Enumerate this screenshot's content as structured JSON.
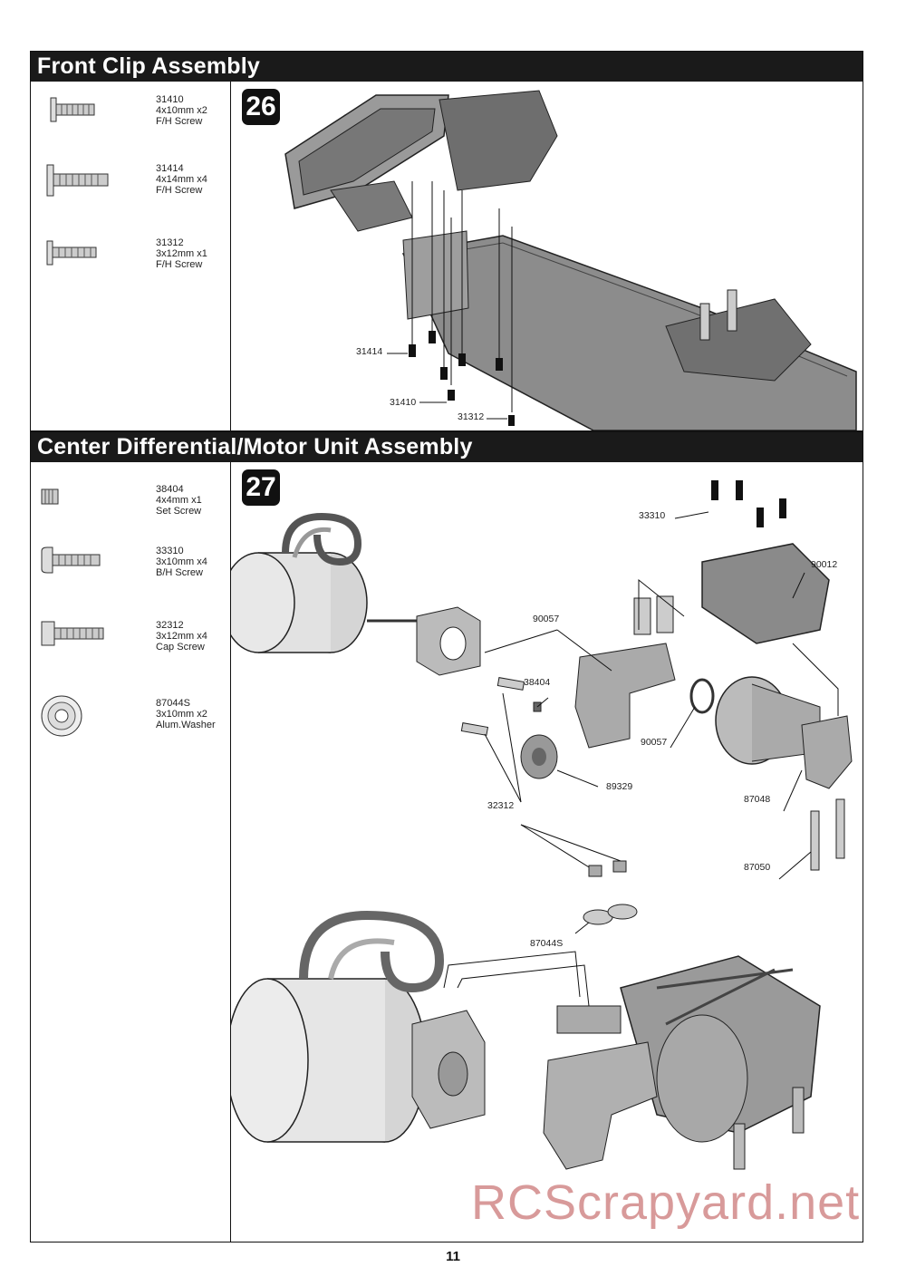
{
  "sections": [
    {
      "title": "Front Clip Assembly",
      "step": "26",
      "parts": [
        {
          "code": "31410",
          "size": "4x10mm x2",
          "name": "F/H Screw",
          "icon": "flat-head-screw-icon"
        },
        {
          "code": "31414",
          "size": "4x14mm x4",
          "name": "F/H Screw",
          "icon": "flat-head-screw-icon"
        },
        {
          "code": "31312",
          "size": "3x12mm x1",
          "name": "F/H Screw",
          "icon": "flat-head-screw-icon"
        }
      ],
      "labels": {
        "l31414": "31414",
        "l31410": "31410",
        "l31312": "31312"
      }
    },
    {
      "title": "Center Differential/Motor Unit Assembly",
      "step": "27",
      "parts": [
        {
          "code": "38404",
          "size": "4x4mm x1",
          "name": "Set Screw",
          "icon": "set-screw-icon"
        },
        {
          "code": "33310",
          "size": "3x10mm x4",
          "name": "B/H Screw",
          "icon": "button-head-screw-icon"
        },
        {
          "code": "32312",
          "size": "3x12mm x4",
          "name": "Cap Screw",
          "icon": "cap-screw-icon"
        },
        {
          "code": "87044S",
          "size": "3x10mm x2",
          "name": "Alum.Washer",
          "icon": "washer-icon"
        }
      ],
      "labels": {
        "l33310": "33310",
        "l90012": "90012",
        "l90057a": "90057",
        "l38404": "38404",
        "l90057b": "90057",
        "l89329": "89329",
        "l32312": "32312",
        "l87048": "87048",
        "l87050": "87050",
        "l87044S": "87044S"
      }
    }
  ],
  "page_number": "11",
  "watermark": "RCScrapyard.net"
}
